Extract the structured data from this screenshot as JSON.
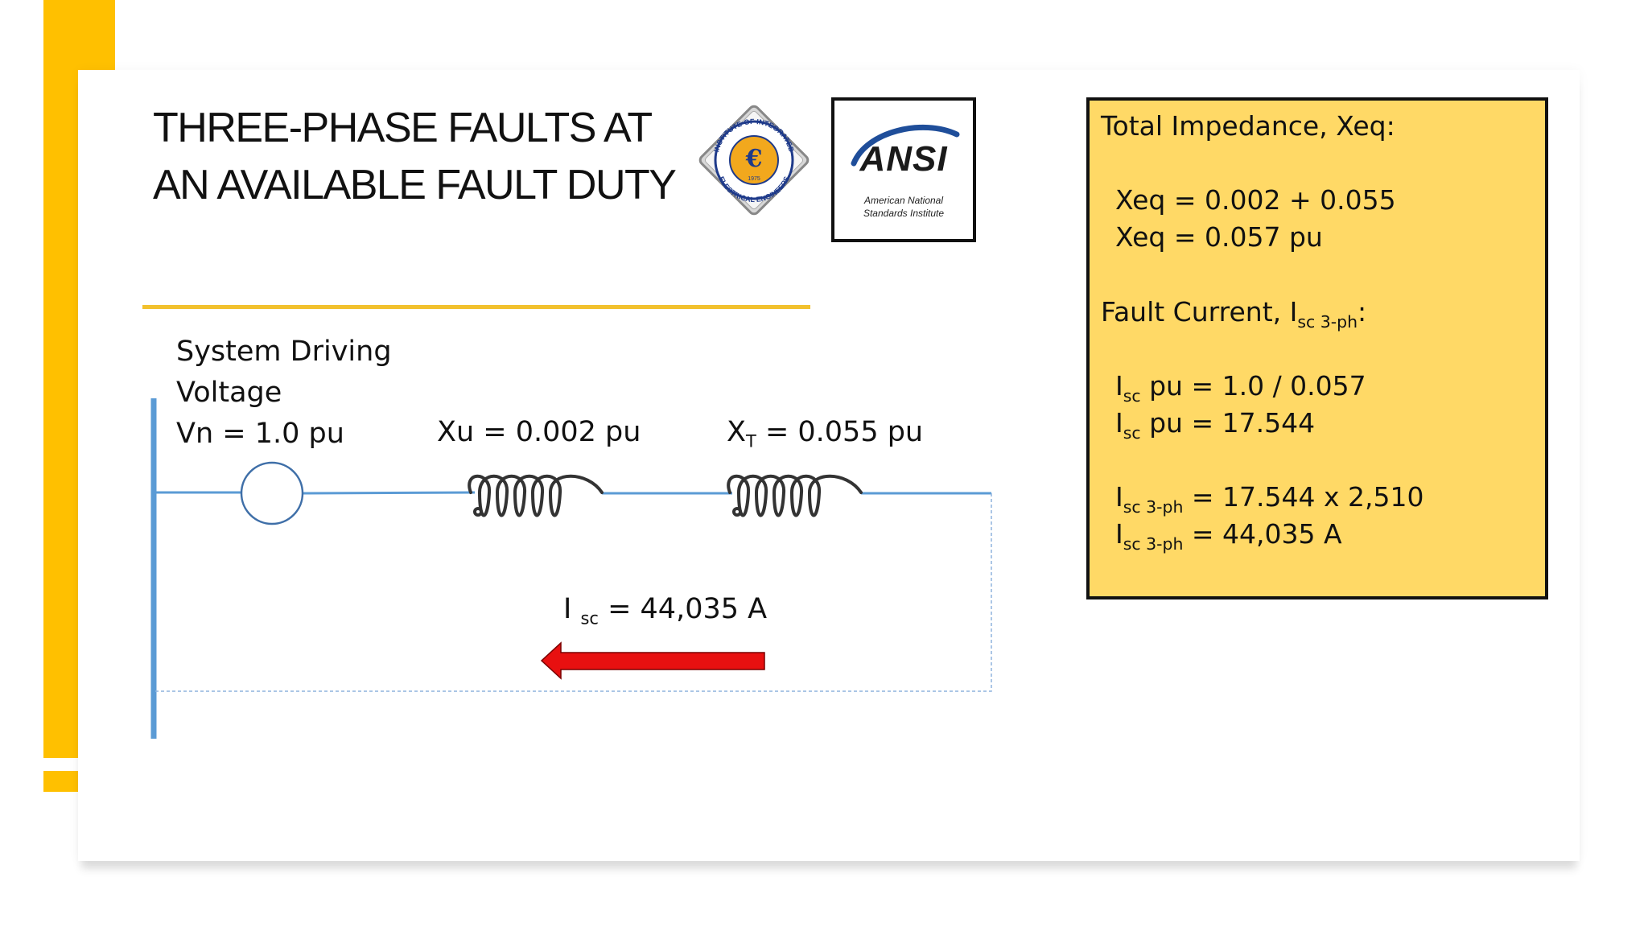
{
  "title": {
    "line1": "THREE-PHASE FAULTS AT",
    "line2": "AN AVAILABLE FAULT DUTY"
  },
  "logos": {
    "ieee": {
      "ring_top": "INSTITUTE OF INTEGRATED",
      "ring_bottom": "ELECTRICAL ENGINEERS",
      "year": "1975"
    },
    "ansi": {
      "name": "ANSI",
      "sub1": "American National",
      "sub2": "Standards Institute"
    }
  },
  "circuit": {
    "source_label": {
      "line1": "System Driving",
      "line2": "Voltage",
      "line3": "Vn = 1.0 pu"
    },
    "xu_label": "Xu = 0.002 pu",
    "xt_label": {
      "base": "X",
      "sub": "T",
      "rest": " = 0.055 pu"
    },
    "isc_label": {
      "base": "I ",
      "sub": "sc",
      "rest": " = 44,035 A"
    }
  },
  "calc": {
    "heading1": "Total Impedance, Xeq:",
    "xeq1": "Xeq = 0.002 + 0.055",
    "xeq2": "Xeq = 0.057 pu",
    "heading2": {
      "base": "Fault Current, I",
      "sub": "sc 3-ph",
      "rest": ":"
    },
    "pu1": {
      "base": "I",
      "sub": "sc",
      "rest": " pu = 1.0 / 0.057"
    },
    "pu2": {
      "base": "I",
      "sub": "sc",
      "rest": " pu = 17.544"
    },
    "a1": {
      "base": "I",
      "sub": "sc 3-ph",
      "rest": " = 17.544 x 2,510"
    },
    "a2": {
      "base": "I",
      "sub": "sc 3-ph",
      "rest": " = 44,035 A"
    }
  },
  "colors": {
    "accent": "#FFC000",
    "rule": "#F2C12E",
    "wire": "#5B9BD5",
    "arrow": "#E81010",
    "box": "#FFD966"
  }
}
